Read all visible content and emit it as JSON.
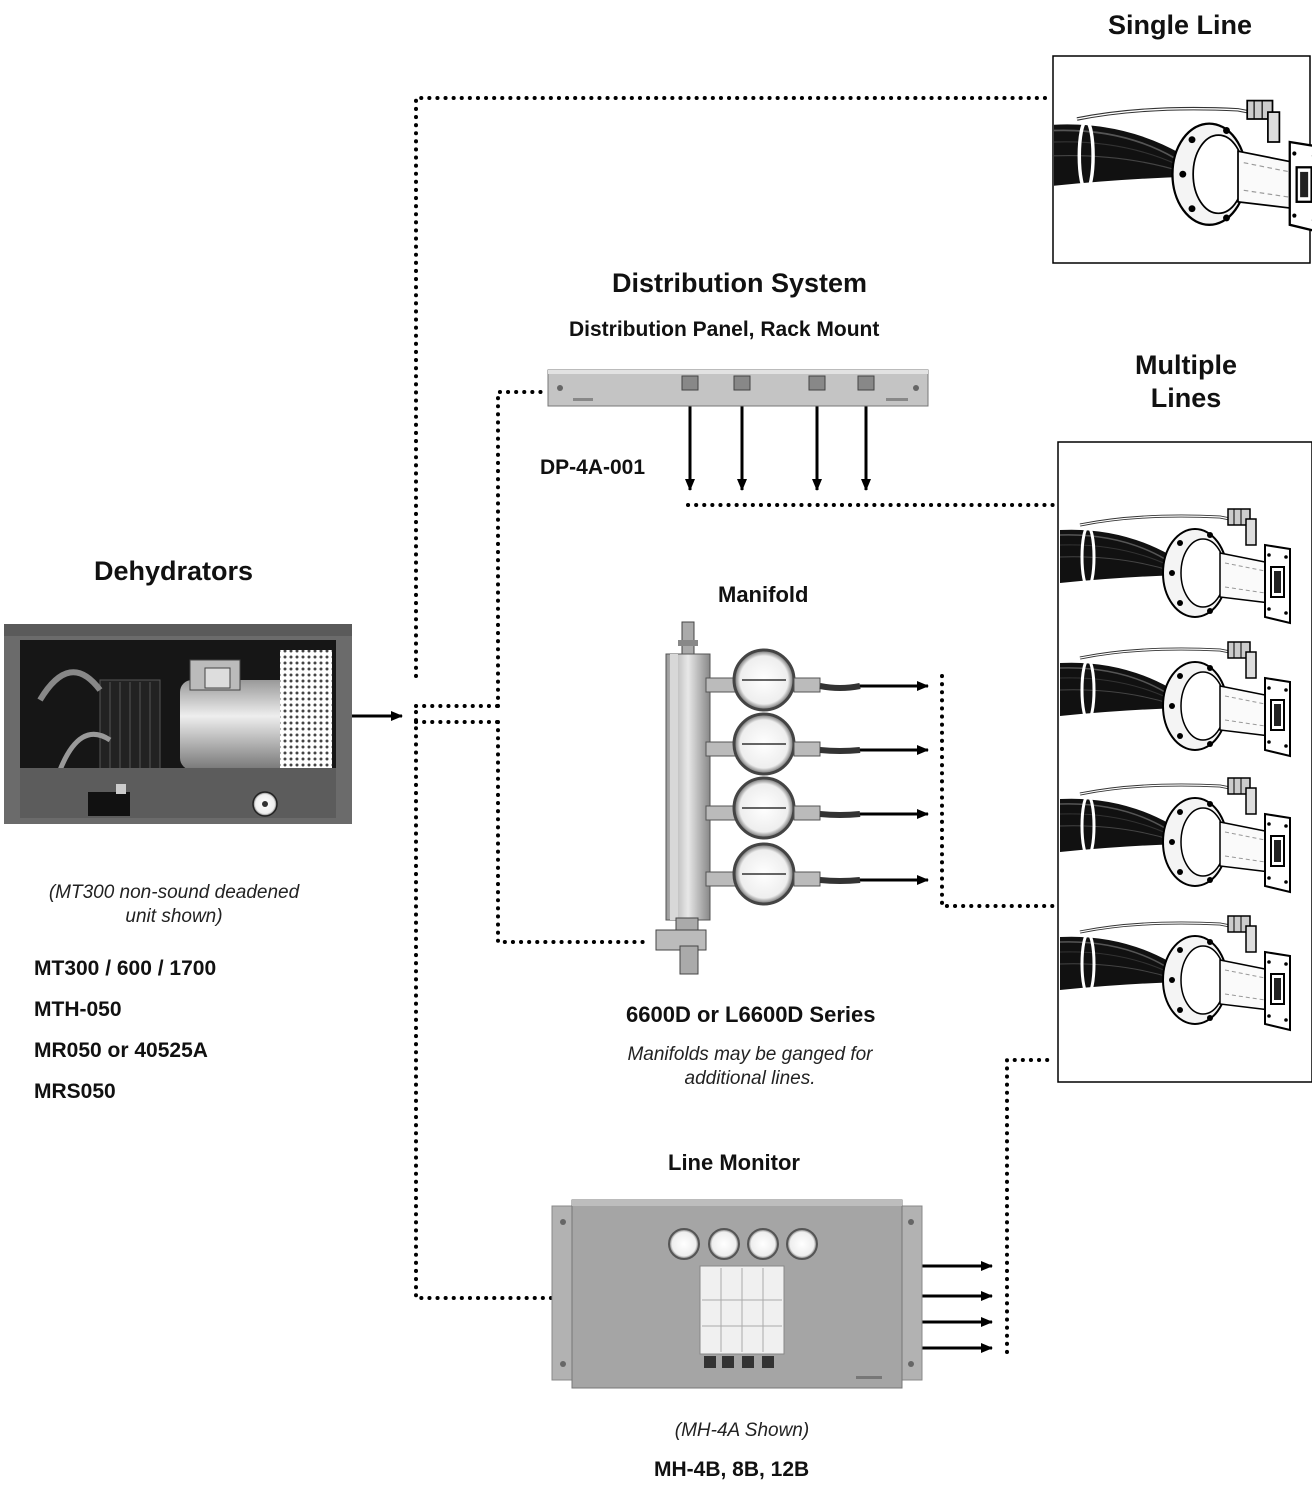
{
  "single_line": {
    "title": "Single Line"
  },
  "distribution": {
    "title": "Distribution System",
    "subtitle": "Distribution Panel, Rack Mount",
    "model": "DP-4A-001"
  },
  "multiple_lines": {
    "title_line1": "Multiple",
    "title_line2": "Lines"
  },
  "dehydrators": {
    "title": "Dehydrators",
    "caption_line1": "(MT300 non-sound deadened",
    "caption_line2": "unit shown)",
    "models": [
      "MT300 / 600 / 1700",
      "MTH-050",
      "MR050 or 40525A",
      "MRS050"
    ]
  },
  "manifold": {
    "title": "Manifold",
    "series": "6600D or L6600D Series",
    "note_line1": "Manifolds may be ganged for",
    "note_line2": "additional lines."
  },
  "line_monitor": {
    "title": "Line Monitor",
    "caption": "(MH-4A Shown)",
    "models": "MH-4B, 8B, 12B"
  }
}
